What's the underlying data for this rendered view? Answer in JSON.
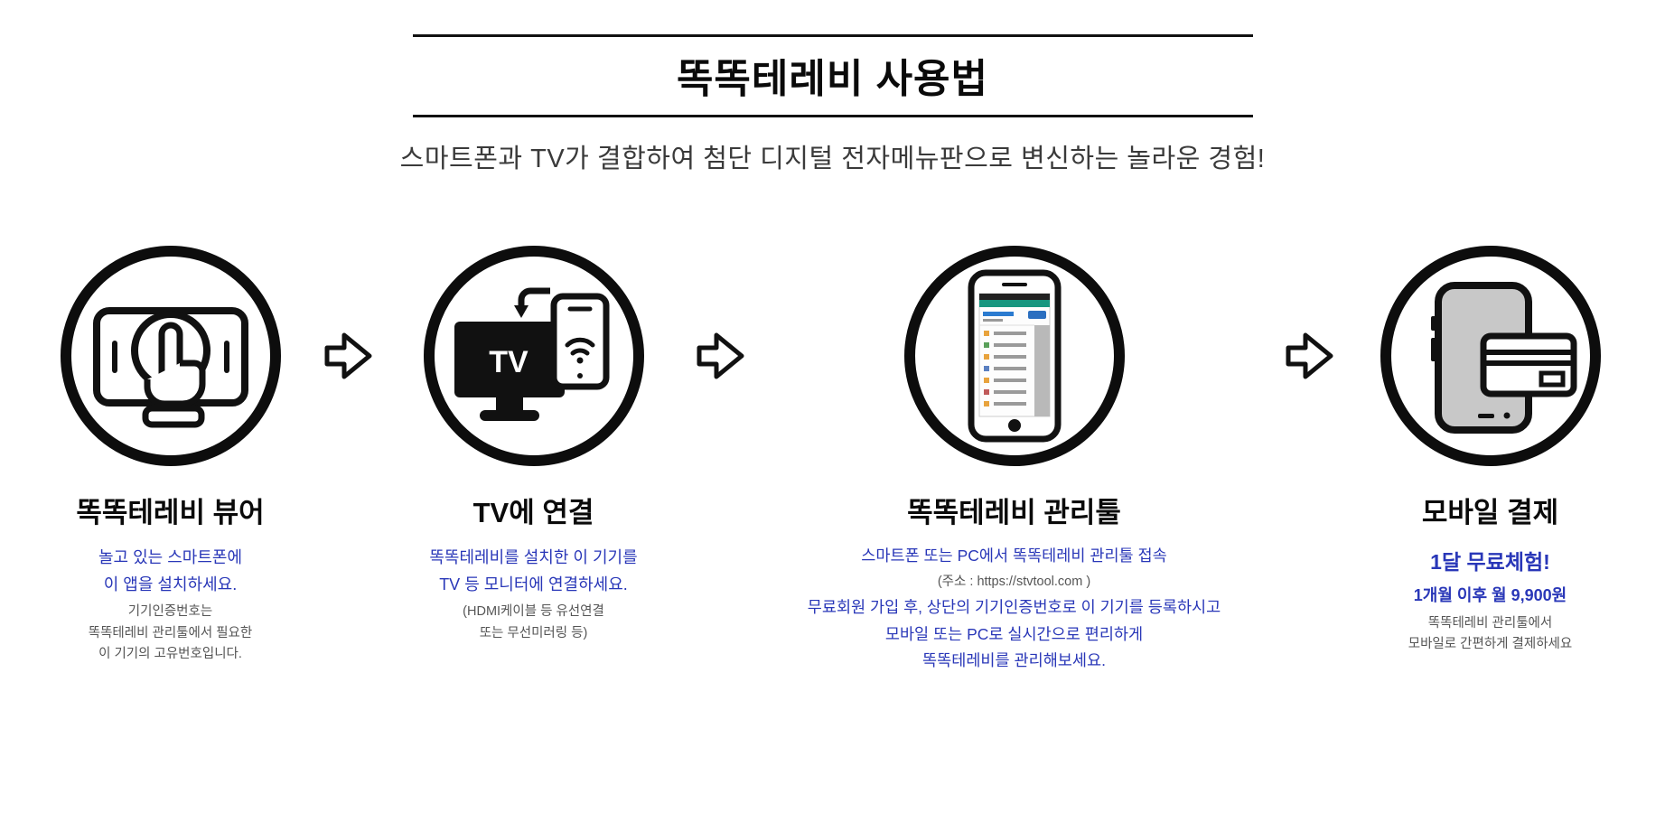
{
  "header": {
    "title": "똑똑테레비 사용법",
    "subtitle": "스마트폰과 TV가 결합하여 첨단 디지털 전자메뉴판으로 변신하는 놀라운 경험!"
  },
  "colors": {
    "accent_blue": "#2937b8",
    "text_gray": "#555555",
    "icon_black": "#111111",
    "teal_bar": "#17967f",
    "phone_gray": "#c8c8c8"
  },
  "icons": {
    "tv_label": "TV"
  },
  "steps": [
    {
      "title": "똑똑테레비 뷰어",
      "icon": "touch-tablet-icon",
      "desc_blue": "놀고 있는 스마트폰에\n이 앱을 설치하세요.",
      "desc_gray": "기기인증번호는\n똑똑테레비 관리툴에서 필요한\n이 기기의 고유번호입니다."
    },
    {
      "title": "TV에 연결",
      "icon": "tv-connect-icon",
      "desc_blue": "똑똑테레비를 설치한 이 기기를\nTV 등 모니터에 연결하세요.",
      "desc_gray": "(HDMI케이블 등 유선연결\n또는 무선미러링 등)"
    },
    {
      "title": "똑똑테레비 관리툴",
      "icon": "management-tool-icon",
      "desc_blue": "스마트폰 또는 PC에서 똑똑테레비 관리툴 접속",
      "desc_gray": "(주소 : https://stvtool.com )",
      "desc_blue2": "무료회원 가입 후, 상단의 기기인증번호로 이 기기를 등록하시고\n모바일 또는 PC로 실시간으로 편리하게\n똑똑테레비를 관리해보세요."
    },
    {
      "title": "모바일 결제",
      "icon": "mobile-payment-icon",
      "highlight": "1달 무료체험!",
      "desc_blue": "1개월 이후 월 9,900원",
      "desc_gray": "똑똑테레비 관리툴에서\n모바일로 간편하게 결제하세요"
    }
  ]
}
